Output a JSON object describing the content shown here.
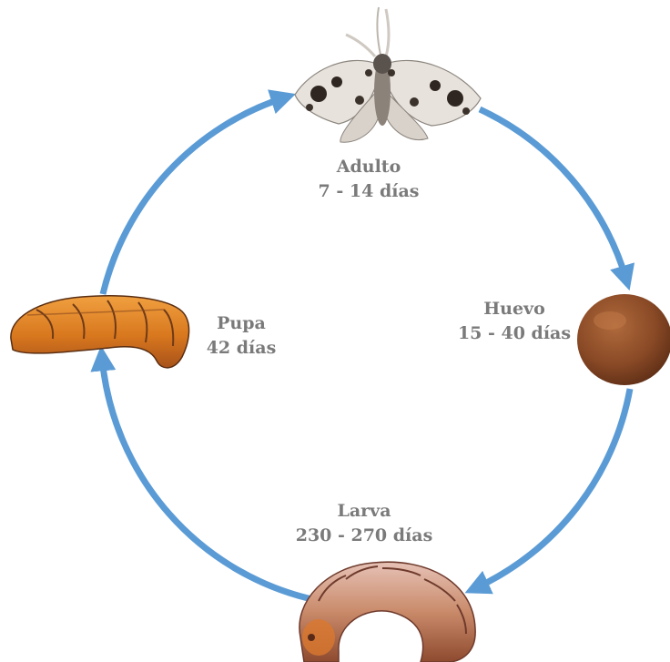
{
  "stages": {
    "adulto": {
      "name": "Adulto",
      "duration": "7 - 14 días"
    },
    "huevo": {
      "name": "Huevo",
      "duration": "15 - 40 días"
    },
    "larva": {
      "name": "Larva",
      "duration": "230 - 270 días"
    },
    "pupa": {
      "name": "Pupa",
      "duration": "42 días"
    }
  },
  "colors": {
    "arrow": "#5b9bd5",
    "label_text": "#7a7a7a",
    "moth_light": "#e7e2dc",
    "moth_dark": "#2f2622",
    "egg": "#8a4a26",
    "larva_body": "#c98a6a",
    "larva_dark": "#6e3a2c",
    "pupa": "#e08a2c"
  },
  "icons": {
    "adulto": "moth-illustration",
    "huevo": "egg-illustration",
    "larva": "larva-illustration",
    "pupa": "pupa-illustration"
  }
}
